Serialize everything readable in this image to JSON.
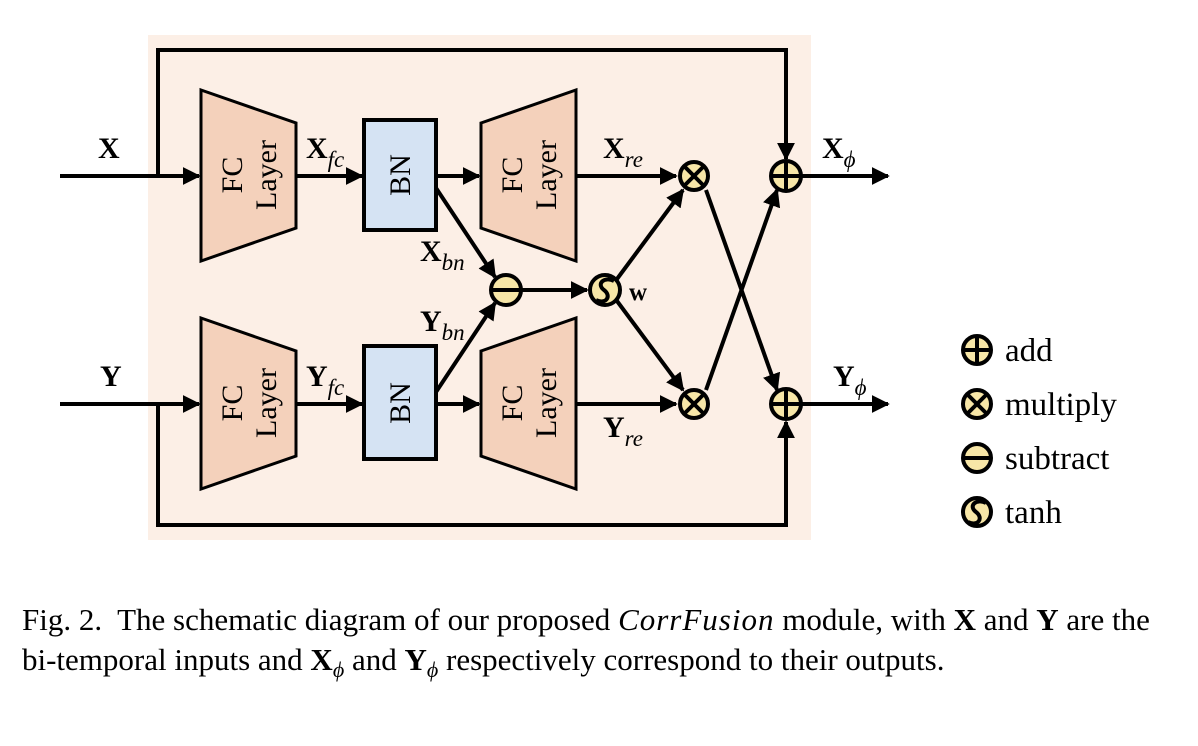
{
  "diagram": {
    "inputs": {
      "x": "X",
      "y": "Y"
    },
    "block_labels": {
      "fc_line1": "FC",
      "fc_line2": "Layer",
      "bn": "BN"
    },
    "signals": {
      "x_fc_main": "X",
      "x_fc_sub": "fc",
      "y_fc_main": "Y",
      "y_fc_sub": "fc",
      "x_bn_main": "X",
      "x_bn_sub": "bn",
      "y_bn_main": "Y",
      "y_bn_sub": "bn",
      "x_re_main": "X",
      "x_re_sub": "re",
      "y_re_main": "Y",
      "y_re_sub": "re",
      "w": "w"
    },
    "outputs": {
      "x_main": "X",
      "x_sub": "ϕ",
      "y_main": "Y",
      "y_sub": "ϕ"
    },
    "legend": [
      {
        "symbol": "add-icon",
        "label": "add"
      },
      {
        "symbol": "multiply-icon",
        "label": "multiply"
      },
      {
        "symbol": "subtract-icon",
        "label": "subtract"
      },
      {
        "symbol": "tanh-icon",
        "label": "tanh"
      }
    ],
    "colors": {
      "module_bg": "#fcefe6",
      "fc_fill": "#f4d1bb",
      "bn_fill": "#d5e3f3",
      "operator_fill": "#f7e6a7",
      "line": "#000000"
    }
  },
  "caption": {
    "fig": "Fig. 2.",
    "t1": "The schematic diagram of our proposed",
    "module": "CorrFusion",
    "t2": "module, with",
    "x": "X",
    "t3": "and",
    "y": "Y",
    "t4": "are the bi-temporal inputs and",
    "xphi_main": "X",
    "xphi_sub": "ϕ",
    "t5": "and",
    "yphi_main": "Y",
    "yphi_sub": "ϕ",
    "t6": "respectively correspond to their outputs."
  }
}
